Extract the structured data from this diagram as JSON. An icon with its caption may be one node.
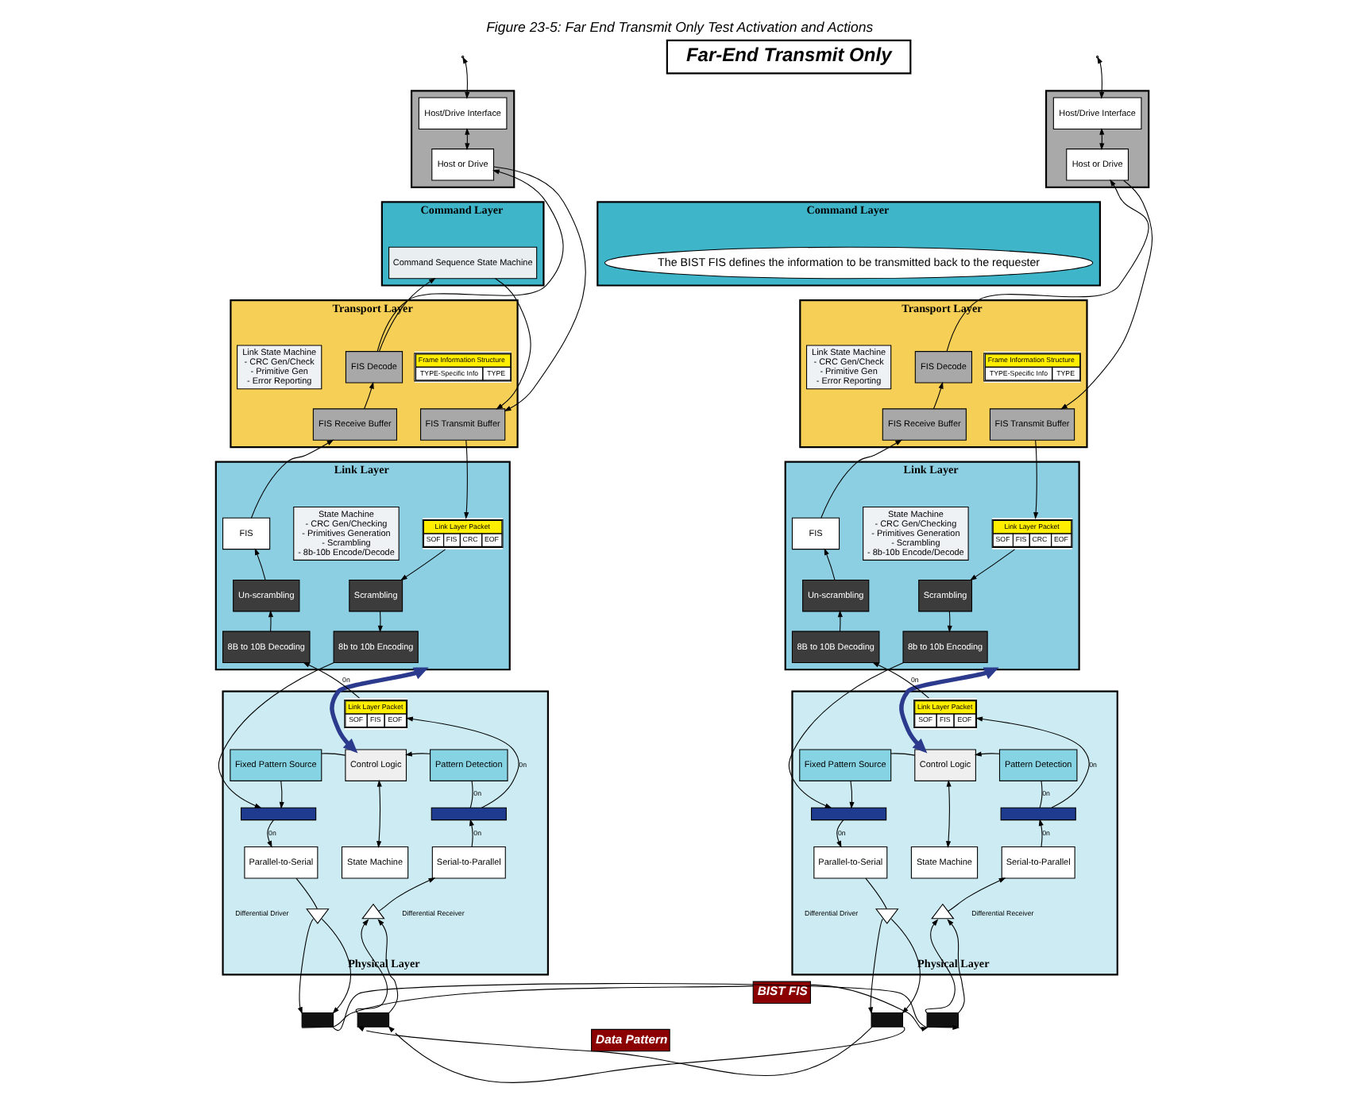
{
  "diagram": {
    "title": "Figure 23-5: Far End Transmit Only Test Activation and Actions",
    "nodes": [
      {
        "text": [
          "Far-End Transmit Only"
        ]
      },
      {
        "text": [],
        "shape": "box"
      },
      {
        "text": [
          "Host/Drive Interface"
        ],
        "in": 1
      },
      {
        "text": [
          "Host or Drive"
        ],
        "in": 1
      },
      {
        "text": [
          "Command Layer"
        ]
      },
      {
        "text": [
          "Command Sequence State Machine"
        ],
        "in": 4
      },
      {
        "text": [
          "Transport Layer"
        ]
      },
      {
        "text": [
          "Frame Information Structure",
          "TYPE-Specific Info",
          "TYPE"
        ],
        "in": 6
      },
      {
        "text": [
          "Link State Machine",
          "- CRC Gen/Check",
          "- Primitive Gen",
          "- Error Reporting"
        ],
        "in": 6
      },
      {
        "text": [
          "FIS Transmit Buffer"
        ],
        "in": 6
      },
      {
        "text": [
          "FIS Decode"
        ],
        "in": 6
      },
      {
        "text": [
          "FIS Receive Buffer"
        ],
        "in": 6
      },
      {
        "text": [
          "Link Layer"
        ]
      },
      {
        "text": [
          "Link Layer Packet",
          "SOF",
          "FIS",
          "CRC",
          "EOF"
        ],
        "in": 12
      },
      {
        "text": [
          "Scrambling"
        ],
        "in": 12
      },
      {
        "text": [
          "8b to 10b Encoding"
        ],
        "in": 12
      },
      {
        "text": [
          "State Machine",
          "- CRC Gen/Checking",
          "- Primitives Generation",
          "- Scrambling",
          "- 8b-10b Encode/Decode"
        ],
        "in": 12
      },
      {
        "text": [
          "FIS"
        ],
        "in": 12
      },
      {
        "text": [
          "Un-scrambling"
        ],
        "in": 12
      },
      {
        "text": [
          "8B to 10B Decoding"
        ],
        "in": 12
      },
      {
        "text": [
          "Physical Layer"
        ]
      },
      {
        "text": [
          "Fixed Pattern Source"
        ],
        "in": 20
      },
      {
        "text": [
          "Control Logic"
        ],
        "in": 20
      },
      {
        "text": [
          "Pattern Detection"
        ],
        "in": 20
      },
      {
        "text": [
          "Link Layer Packet",
          "SOF",
          "FIS",
          "EOF"
        ],
        "in": 20
      },
      {
        "text": [],
        "shape": "trapezoid",
        "in": 20
      },
      {
        "text": [],
        "shape": "trapezoid",
        "in": 20
      },
      {
        "text": [
          "Parallel-to-Serial"
        ],
        "in": 20
      },
      {
        "text": [
          "State Machine"
        ],
        "in": 20
      },
      {
        "text": [
          "Serial-to-Parallel"
        ],
        "in": 20
      },
      {
        "text": [],
        "shape": "triangle",
        "beside": [
          "Differential Driver"
        ],
        "in": 20
      },
      {
        "text": [],
        "shape": "triangle",
        "beside": [
          "Differential Receiver"
        ],
        "in": 20
      },
      {
        "text": [],
        "shape": "box"
      },
      {
        "text": [],
        "shape": "box"
      },
      {
        "text": [],
        "shape": "box"
      },
      {
        "text": [
          "Host/Drive Interface"
        ],
        "in": 34
      },
      {
        "text": [
          "Host or Drive"
        ],
        "in": 34
      },
      {
        "text": [
          "Command Layer"
        ]
      },
      {
        "text": [
          "The BIST FIS defines the information to be transmitted back to the requester"
        ],
        "in": 37
      },
      {
        "text": [
          "Transport Layer"
        ]
      },
      {
        "text": [
          "Frame Information Structure",
          "TYPE-Specific Info",
          "TYPE"
        ],
        "in": 39
      },
      {
        "text": [
          "Link State Machine",
          "- CRC Gen/Check",
          "- Primitive Gen",
          "- Error Reporting"
        ],
        "in": 39
      },
      {
        "text": [
          "FIS Transmit Buffer"
        ],
        "in": 39
      },
      {
        "text": [
          "FIS Decode"
        ],
        "in": 39
      },
      {
        "text": [
          "FIS Receive Buffer"
        ],
        "in": 39
      },
      {
        "text": [
          "Link Layer"
        ]
      },
      {
        "text": [
          "Link Layer Packet",
          "SOF",
          "FIS",
          "CRC",
          "EOF"
        ],
        "in": 45
      },
      {
        "text": [
          "Scrambling"
        ],
        "in": 45
      },
      {
        "text": [
          "8b to 10b Encoding"
        ],
        "in": 45
      },
      {
        "text": [
          "State Machine",
          "- CRC Gen/Checking",
          "- Primitives Generation",
          "- Scrambling",
          "- 8b-10b Encode/Decode"
        ],
        "in": 45
      },
      {
        "text": [
          "FIS"
        ],
        "in": 45
      },
      {
        "text": [
          "Un-scrambling"
        ],
        "in": 45
      },
      {
        "text": [
          "8B to 10B Decoding"
        ],
        "in": 45
      },
      {
        "text": [
          "Physical Layer"
        ]
      },
      {
        "text": [
          "Fixed Pattern Source"
        ],
        "in": 53
      },
      {
        "text": [
          "Control Logic"
        ],
        "in": 53
      },
      {
        "text": [
          "Pattern Detection"
        ],
        "in": 53
      },
      {
        "text": [
          "Link Layer Packet",
          "SOF",
          "FIS",
          "EOF"
        ],
        "in": 53
      },
      {
        "text": [],
        "shape": "trapezoid",
        "in": 53
      },
      {
        "text": [],
        "shape": "trapezoid",
        "in": 53
      },
      {
        "text": [
          "Parallel-to-Serial"
        ],
        "in": 53
      },
      {
        "text": [
          "State Machine"
        ],
        "in": 53
      },
      {
        "text": [
          "Serial-to-Parallel"
        ],
        "in": 53
      },
      {
        "text": [],
        "shape": "triangle",
        "beside": [
          "Differential Driver"
        ],
        "in": 53
      },
      {
        "text": [],
        "shape": "triangle",
        "beside": [
          "Differential Receiver"
        ],
        "in": 53
      },
      {
        "text": [],
        "shape": "box"
      },
      {
        "text": [],
        "shape": "box"
      }
    ],
    "edges": [
      {
        "from": null,
        "to": 2,
        "arrow": "both"
      },
      {
        "from": 2,
        "to": 3,
        "arrow": "both"
      },
      {
        "from": 3,
        "to": 9,
        "arrow": "to"
      },
      {
        "from": 5,
        "to": 9,
        "arrow": "to"
      },
      {
        "from": 10,
        "to": 5,
        "arrow": "to"
      },
      {
        "from": 10,
        "to": 3,
        "arrow": "to"
      },
      {
        "from": 9,
        "to": 13,
        "arrow": "to"
      },
      {
        "from": 13,
        "to": 14,
        "arrow": "to"
      },
      {
        "from": 14,
        "to": 15,
        "arrow": "to"
      },
      {
        "from": 15,
        "to": 25,
        "arrow": "to"
      },
      {
        "from": 21,
        "to": 25,
        "arrow": "to"
      },
      {
        "from": 21,
        "to": 22,
        "arrow": "none"
      },
      {
        "from": 25,
        "to": 27,
        "arrow": "to",
        "label": "0n"
      },
      {
        "from": 27,
        "to": 30,
        "arrow": "none"
      },
      {
        "from": 30,
        "to": 32,
        "arrow": "to"
      },
      {
        "from": 30,
        "to": 32,
        "arrow": "to"
      },
      {
        "from": 22,
        "to": 12,
        "arrow": "both",
        "style": "thick",
        "color": "#2b3a8c"
      },
      {
        "from": 22,
        "to": 28,
        "arrow": "both"
      },
      {
        "from": 23,
        "to": 22,
        "arrow": "to"
      },
      {
        "from": 26,
        "to": 23,
        "arrow": "none",
        "label": "0n"
      },
      {
        "from": 26,
        "to": 24,
        "arrow": "to",
        "label": "0n"
      },
      {
        "from": 24,
        "to": 19,
        "arrow": "to",
        "label": "0n"
      },
      {
        "from": 19,
        "to": 18,
        "arrow": "to"
      },
      {
        "from": 18,
        "to": 17,
        "arrow": "to"
      },
      {
        "from": 17,
        "to": 11,
        "arrow": "to"
      },
      {
        "from": 11,
        "to": 10,
        "arrow": "to"
      },
      {
        "from": 29,
        "to": 26,
        "arrow": "to",
        "label": "0n"
      },
      {
        "from": 31,
        "to": 29,
        "arrow": "to"
      },
      {
        "from": 33,
        "to": 31,
        "arrow": "to"
      },
      {
        "from": 33,
        "to": 31,
        "arrow": "to"
      },
      {
        "from": null,
        "to": 35,
        "arrow": "both"
      },
      {
        "from": 35,
        "to": 36,
        "arrow": "both"
      },
      {
        "from": 36,
        "to": 42,
        "arrow": "to"
      },
      {
        "from": 43,
        "to": 36,
        "arrow": "to"
      },
      {
        "from": 42,
        "to": 46,
        "arrow": "to"
      },
      {
        "from": 46,
        "to": 47,
        "arrow": "to"
      },
      {
        "from": 47,
        "to": 48,
        "arrow": "to"
      },
      {
        "from": 48,
        "to": 58,
        "arrow": "to"
      },
      {
        "from": 54,
        "to": 58,
        "arrow": "to"
      },
      {
        "from": 54,
        "to": 55,
        "arrow": "none"
      },
      {
        "from": 58,
        "to": 60,
        "arrow": "to",
        "label": "0n"
      },
      {
        "from": 60,
        "to": 63,
        "arrow": "none"
      },
      {
        "from": 63,
        "to": 65,
        "arrow": "to"
      },
      {
        "from": 63,
        "to": 65,
        "arrow": "to"
      },
      {
        "from": 55,
        "to": 45,
        "arrow": "both",
        "style": "thick",
        "color": "#2b3a8c"
      },
      {
        "from": 55,
        "to": 61,
        "arrow": "both"
      },
      {
        "from": 56,
        "to": 55,
        "arrow": "to"
      },
      {
        "from": 59,
        "to": 56,
        "arrow": "none",
        "label": "0n"
      },
      {
        "from": 59,
        "to": 57,
        "arrow": "to",
        "label": "0n"
      },
      {
        "from": 57,
        "to": 52,
        "arrow": "to",
        "label": "0n"
      },
      {
        "from": 52,
        "to": 51,
        "arrow": "to"
      },
      {
        "from": 51,
        "to": 50,
        "arrow": "to"
      },
      {
        "from": 50,
        "to": 44,
        "arrow": "to"
      },
      {
        "from": 44,
        "to": 43,
        "arrow": "to"
      },
      {
        "from": 62,
        "to": 59,
        "arrow": "to",
        "label": "0n"
      },
      {
        "from": 64,
        "to": 62,
        "arrow": "to"
      },
      {
        "from": 66,
        "to": 64,
        "arrow": "to"
      },
      {
        "from": 66,
        "to": 64,
        "arrow": "to"
      },
      {
        "from": 65,
        "to": 33,
        "arrow": "to",
        "label": "Data Pattern"
      },
      {
        "from": 65,
        "to": 33,
        "arrow": "to"
      },
      {
        "from": 32,
        "to": 66,
        "arrow": "to",
        "label": "BIST FIS"
      },
      {
        "from": 32,
        "to": 66,
        "arrow": "to"
      }
    ]
  }
}
